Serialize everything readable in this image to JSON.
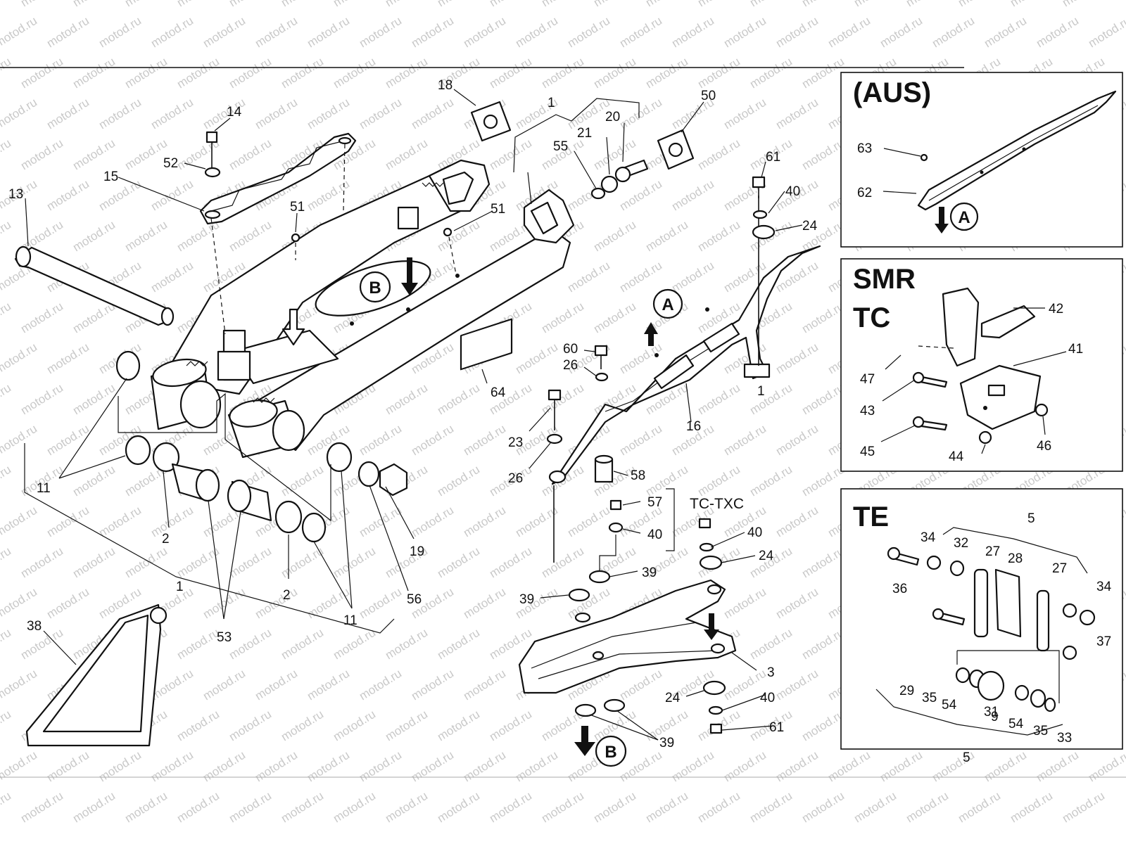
{
  "watermark": "motod.ru",
  "panels": {
    "aus": {
      "title": "(AUS)",
      "marker": "A",
      "callouts": [
        "63",
        "62"
      ]
    },
    "smr_tc": {
      "title_line1": "SMR",
      "title_line2": "TC",
      "callouts": [
        "42",
        "41",
        "47",
        "43",
        "45",
        "44",
        "46"
      ]
    },
    "te": {
      "title": "TE",
      "callouts": [
        "5",
        "34",
        "32",
        "27",
        "28",
        "27",
        "34",
        "36",
        "37",
        "29",
        "35",
        "54",
        "31",
        "9",
        "54",
        "35",
        "33",
        "5"
      ]
    }
  },
  "variant_label": "TC-TXC",
  "markers": {
    "b_top": "B",
    "a_guide": "A",
    "b_bottom": "B"
  },
  "callouts": {
    "c14": "14",
    "c52": "52",
    "c15": "15",
    "c13": "13",
    "c51a": "51",
    "c51b": "51",
    "c18": "18",
    "c1_top": "1",
    "c20": "20",
    "c21": "21",
    "c55": "55",
    "c50": "50",
    "c61_top": "61",
    "c40_top": "40",
    "c24_top": "24",
    "c1_right": "1",
    "c60": "60",
    "c26a": "26",
    "c23": "23",
    "c26b": "26",
    "c16": "16",
    "c58": "58",
    "c64": "64",
    "c57": "57",
    "c40_mid": "40",
    "c40_r": "40",
    "c24_r": "24",
    "c39a": "39",
    "c39b": "39",
    "c3": "3",
    "c24_bot": "24",
    "c40_bot": "40",
    "c61_bot": "61",
    "c39_bot": "39",
    "c11a": "11",
    "c2a": "2",
    "c19": "19",
    "c56": "56",
    "c2b": "2",
    "c11b": "11",
    "c1_bottom": "1",
    "c53": "53",
    "c38": "38"
  }
}
